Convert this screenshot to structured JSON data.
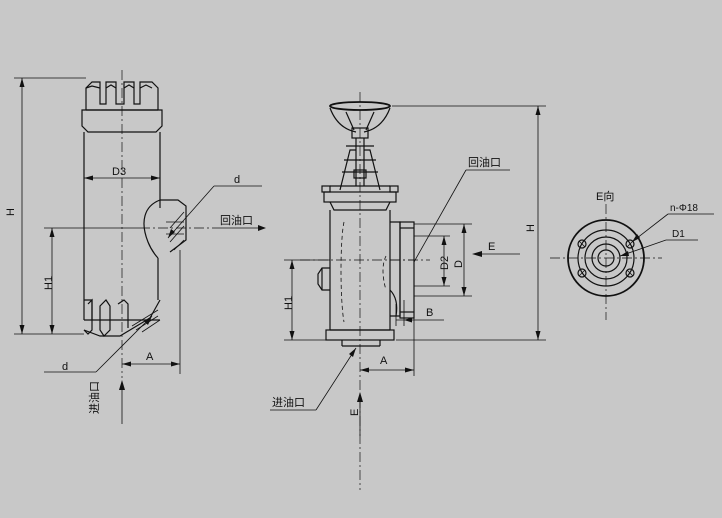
{
  "left_view": {
    "H": "H",
    "H1": "H1",
    "D3": "D3",
    "d_top": "d",
    "d_bottom": "d",
    "A": "A",
    "return_port": "回油口",
    "inlet_port": "进油口"
  },
  "front_view": {
    "H": "H",
    "H1": "H1",
    "D2": "D2",
    "D": "D",
    "E": "E",
    "B": "B",
    "A": "A",
    "return_port": "回油口",
    "inlet_port": "进油口",
    "E_bottom": "E"
  },
  "flange_view": {
    "title": "E向",
    "bolt_holes": "n-Φ18",
    "D1": "D1"
  }
}
